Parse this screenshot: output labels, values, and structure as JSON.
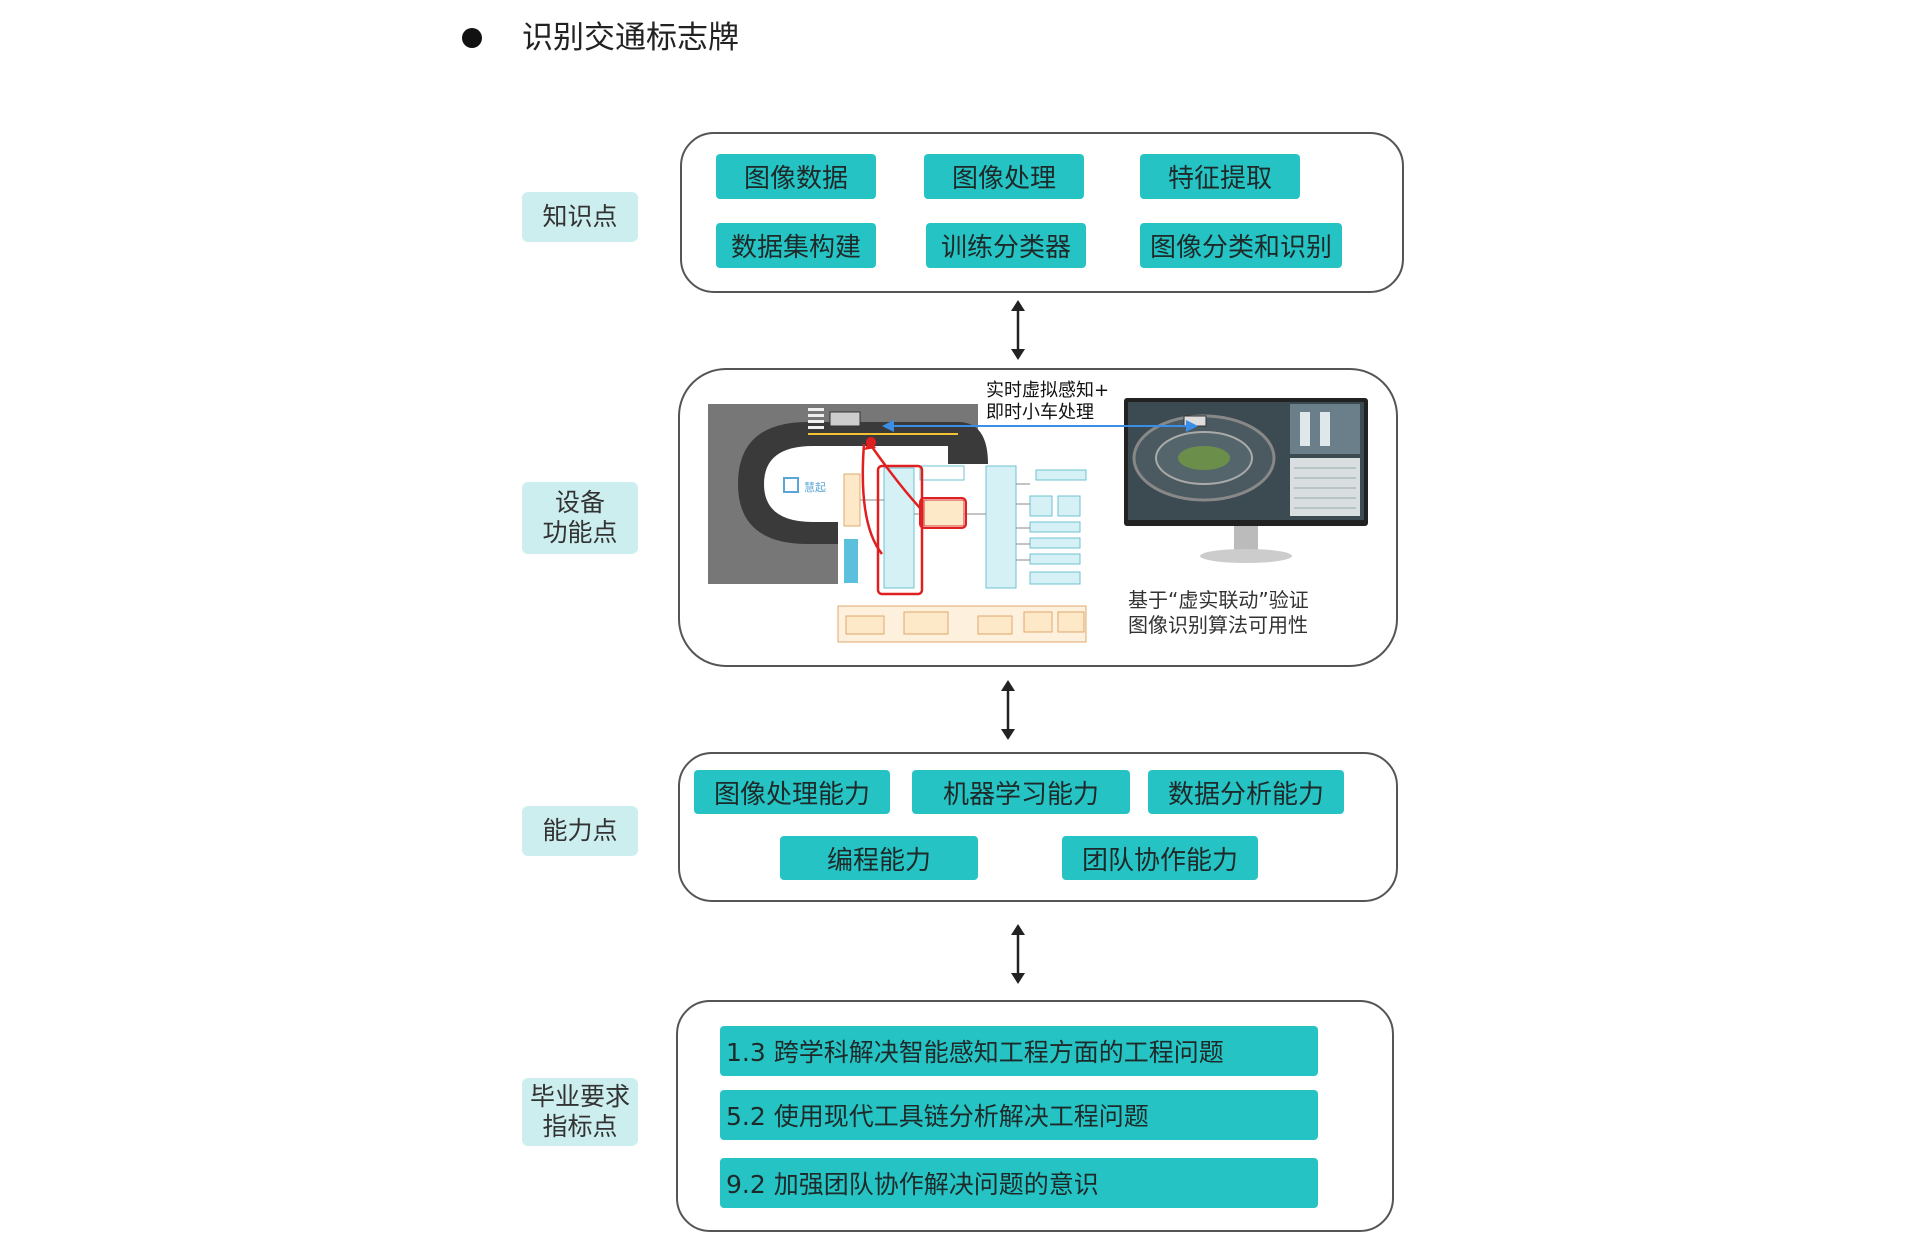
{
  "title": "识别交通标志牌",
  "labels": {
    "knowledge": "知识点",
    "equipment": "设备\n功能点",
    "ability": "能力点",
    "graduation": "毕业要求\n指标点"
  },
  "knowledge_points": [
    "图像数据",
    "图像处理",
    "特征提取",
    "数据集构建",
    "训练分类器",
    "图像分类和识别"
  ],
  "equipment": {
    "overlay_caption": "实时虚拟感知+\n即时小车处理",
    "logo_text": "慧起",
    "caption": "基于“虚实联动”验证\n图像识别算法可用性"
  },
  "ability_points": [
    "图像处理能力",
    "机器学习能力",
    "数据分析能力",
    "编程能力",
    "团队协作能力"
  ],
  "graduation_points": [
    "1.3 跨学科解决智能感知工程方面的工程问题",
    "5.2 使用现代工具链分析解决工程问题",
    "9.2 加强团队协作解决问题的意识"
  ],
  "colors": {
    "chip": "#25c3c3",
    "side_label": "#cdeeef",
    "panel_border": "#555555",
    "link_arrow": "#3a8ee6",
    "highlight": "#e02020"
  }
}
